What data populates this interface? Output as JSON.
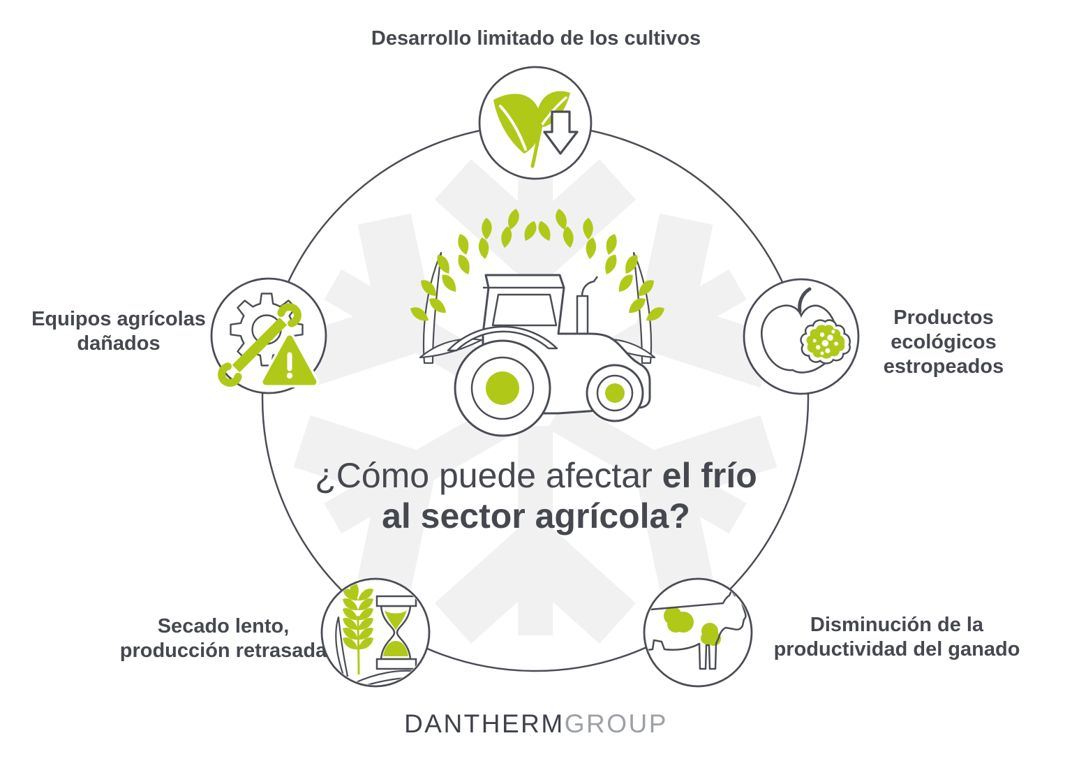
{
  "title": {
    "line1_light": "¿Cómo puede afectar ",
    "line1_bold": "el frío",
    "line2_bold": "al sector agrícola?"
  },
  "factors": {
    "top": {
      "icon": "leaf-down-arrow",
      "lines": [
        "Desarrollo limitado de los cultivos"
      ]
    },
    "left": {
      "icon": "gear-wrench-warning",
      "lines": [
        "Equipos agrícolas",
        "dañados"
      ]
    },
    "right": {
      "icon": "spoiled-apple",
      "lines": [
        "Productos",
        "ecológicos",
        "estropeados"
      ]
    },
    "bottom_left": {
      "icon": "wheat-hourglass",
      "lines": [
        "Secado lento,",
        "producción retrasada"
      ]
    },
    "bottom_right": {
      "icon": "cow-spots",
      "lines": [
        "Disminución de la",
        "productividad del ganado"
      ]
    }
  },
  "center_illustration": "tractor-with-wheat-wreath",
  "watermark": "snowflake",
  "logo": {
    "primary": "DANTHERM",
    "secondary": "GROUP"
  },
  "colors": {
    "accent_green": "#b0c919",
    "ink": "#45484f",
    "outline": "#4a4d55",
    "watermark_gray": "#f1f1f2",
    "logo_secondary": "#9da0a5",
    "background": "#ffffff"
  }
}
